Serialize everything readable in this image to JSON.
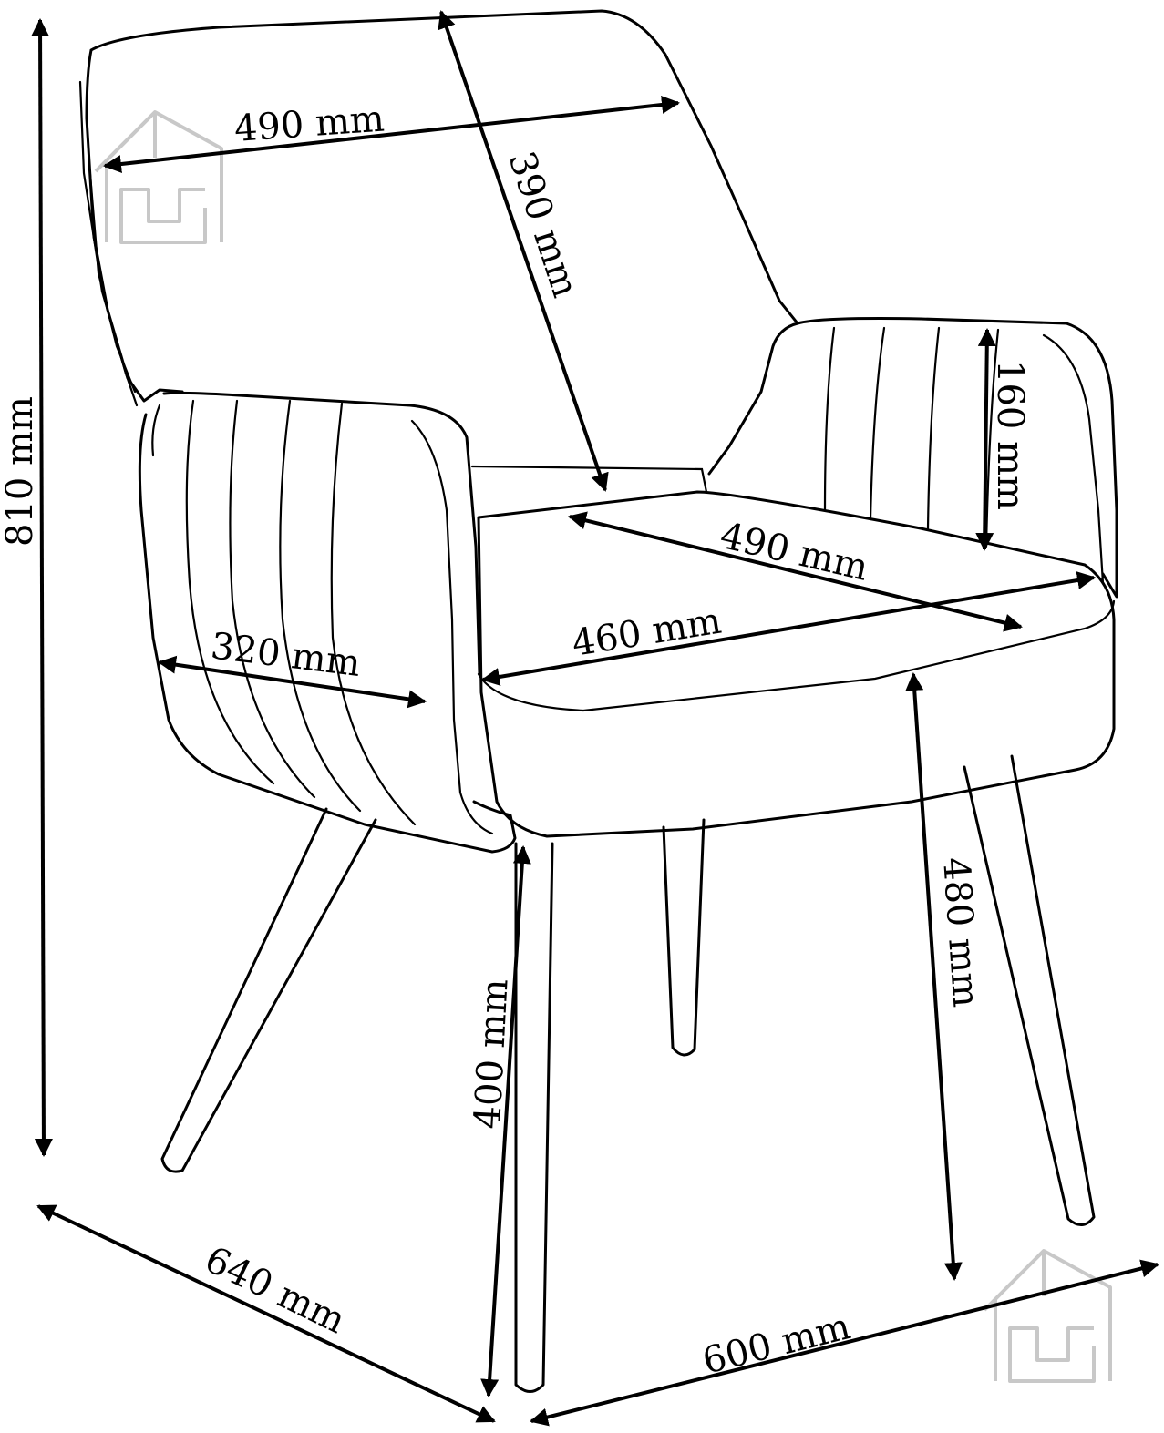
{
  "dimensions": {
    "total_height": "810  mm",
    "backrest_width": "490  mm",
    "backrest_height": "390  mm",
    "armrest_height": "160  mm",
    "seat_depth": "490  mm",
    "seat_width": "460  mm",
    "armrest_length": "320  mm",
    "seat_height": "400  mm",
    "seat_to_floor": "480  mm",
    "overall_depth": "640  mm",
    "overall_width": "600  mm"
  },
  "icons": [
    "house-sofa-watermark-icon",
    "house-sofa-watermark-icon"
  ]
}
